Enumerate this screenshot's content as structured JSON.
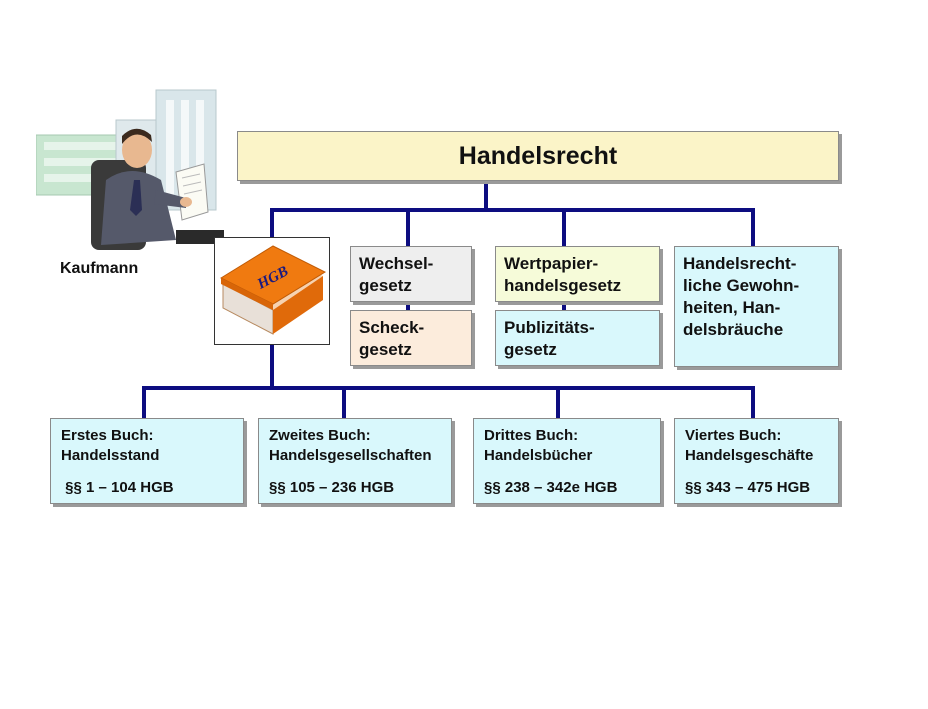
{
  "title": "Handelsrecht",
  "person_label": "Kaufmann",
  "book_label": "HGB",
  "laws": {
    "wechsel": "Wechsel-\ngesetz",
    "scheck": "Scheck-\ngesetz",
    "wertpapier": "Wertpapier-\nhandelsgesetz",
    "publizitaet": "Publizitäts-\ngesetz",
    "gewohnheiten": "Handelsrecht-\nliche Gewohn-\nheiten, Han-\ndelsbräuche"
  },
  "books": [
    {
      "title": "Erstes Buch:\nHandelsstand",
      "paragraphs": " §§ 1 – 104 HGB"
    },
    {
      "title": "Zweites Buch:\nHandelsgesellschaften",
      "paragraphs": "§§ 105 – 236 HGB"
    },
    {
      "title": "Drittes Buch:\nHandelsbücher",
      "paragraphs": "§§ 238 – 342e HGB"
    },
    {
      "title": "Viertes Buch:\nHandelsgeschäfte",
      "paragraphs": "§§ 343 – 475 HGB"
    }
  ],
  "colors": {
    "connector": "#0d0d80",
    "title_fill": "#fbf4c8",
    "wechsel_fill": "#eeeeee",
    "scheck_fill": "#fcecdc",
    "wertpapier_fill": "#f6fbd9",
    "cyan_fill": "#d9f8fc",
    "book_orange": "#f07a10"
  }
}
